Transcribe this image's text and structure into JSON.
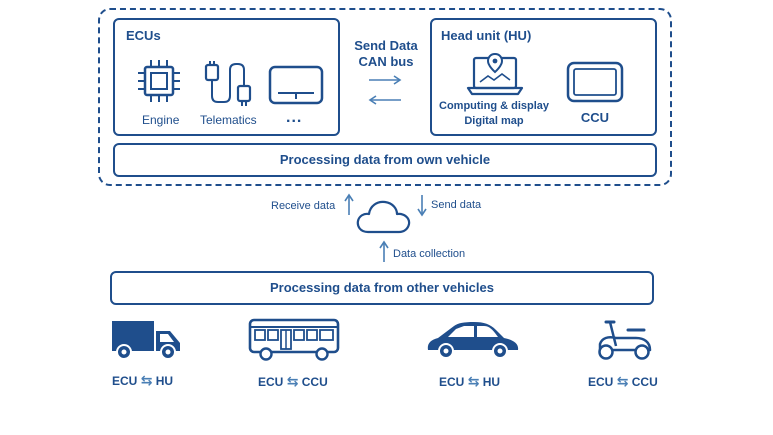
{
  "vehicle_system": {
    "ecus": {
      "title": "ECUs",
      "items": [
        {
          "label": "Engine",
          "icon": "chip-icon"
        },
        {
          "label": "Telematics",
          "icon": "telematics-icon"
        },
        {
          "label": "...",
          "icon": "device-icon"
        }
      ]
    },
    "link": {
      "line1": "Send Data",
      "line2": "CAN bus"
    },
    "head_unit": {
      "title": "Head unit (HU)",
      "computing_line1": "Computing & display",
      "computing_line2": "Digital map",
      "ccu_label": "CCU"
    },
    "processing_own": "Processing data from own vehicle"
  },
  "cloud_section": {
    "receive": "Receive data",
    "send": "Send data",
    "collection": "Data collection"
  },
  "processing_other": "Processing data from other vehicles",
  "vehicles": [
    {
      "icon": "truck-icon",
      "ecu": "ECU",
      "peer": "HU"
    },
    {
      "icon": "bus-icon",
      "ecu": "ECU",
      "peer": "CCU"
    },
    {
      "icon": "car-icon",
      "ecu": "ECU",
      "peer": "HU"
    },
    {
      "icon": "scooter-icon",
      "ecu": "ECU",
      "peer": "CCU"
    }
  ],
  "colors": {
    "primary": "#1f4e8c",
    "arrow": "#4a7fb5"
  }
}
